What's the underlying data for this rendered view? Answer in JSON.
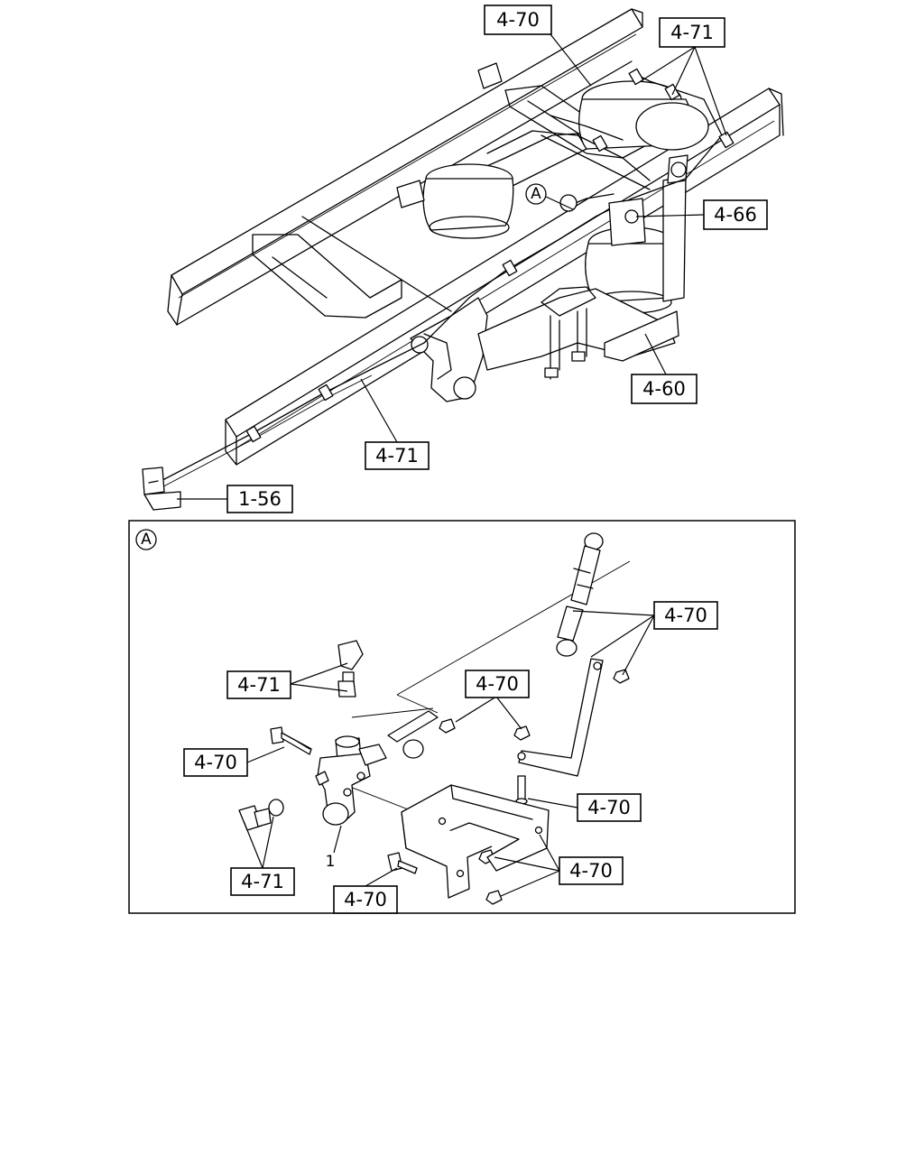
{
  "callouts": {
    "c_4_70_top": "4-70",
    "c_4_71_top": "4-71",
    "c_4_66": "4-66",
    "c_4_60": "4-60",
    "c_4_71_mid": "4-71",
    "c_1_56": "1-56",
    "d_4_70_right": "4-70",
    "d_4_71_upper": "4-71",
    "d_4_70_center": "4-70",
    "d_4_70_left": "4-70",
    "d_4_70_bracket": "4-70",
    "d_4_71_lower": "4-71",
    "d_4_70_nuts": "4-70",
    "d_4_70_bottom": "4-70"
  },
  "markers": {
    "view_ref_main": "A",
    "view_ref_detail": "A"
  },
  "part_labels": {
    "valve_index": "1"
  }
}
